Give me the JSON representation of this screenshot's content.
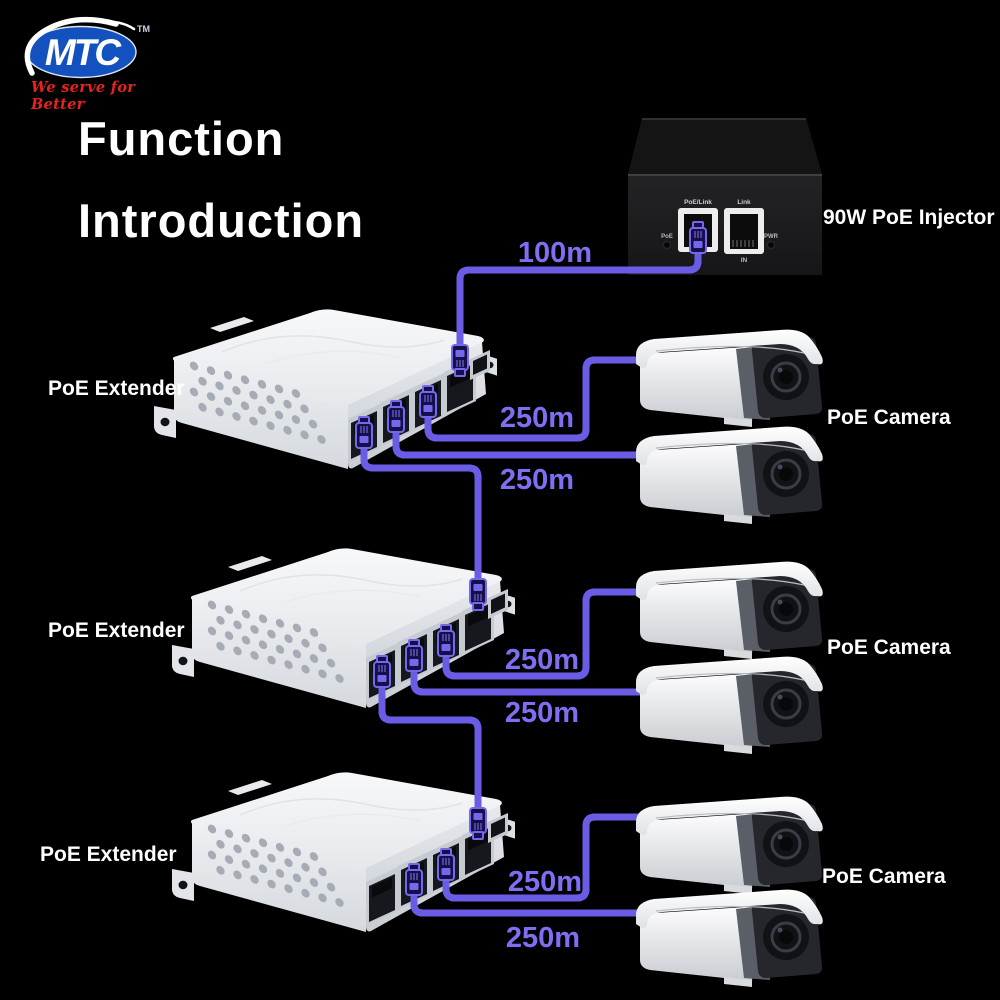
{
  "logo": {
    "brand": "MTC",
    "trademark": "TM",
    "tagline": "We serve for Better",
    "brand_blue": "#1352be",
    "tagline_red": "#e8231d"
  },
  "title": {
    "line1": "Function",
    "line2": "Introduction"
  },
  "network": {
    "injector": {
      "label": "90W PoE Injector",
      "port_left_label": "PoE/Link",
      "port_right_label": "Link",
      "led_left_label": "PoE",
      "led_right_label": "PWR",
      "port_in_label": "IN"
    },
    "extenders": [
      {
        "label": "PoE Extender"
      },
      {
        "label": "PoE Extender"
      },
      {
        "label": "PoE Extender"
      }
    ],
    "camera_groups": [
      {
        "label": "PoE Camera"
      },
      {
        "label": "PoE Camera"
      },
      {
        "label": "PoE Camera"
      }
    ],
    "connections": {
      "uplink": {
        "label": "100m"
      },
      "links": [
        {
          "label": "250m"
        },
        {
          "label": "250m"
        },
        {
          "label": "250m"
        },
        {
          "label": "250m"
        },
        {
          "label": "250m"
        },
        {
          "label": "250m"
        }
      ]
    }
  },
  "colors": {
    "background": "#000000",
    "cable": "#6b5ce6",
    "cable_core": "#0e0a38",
    "distance_text": "#7e6ff2",
    "device_text": "#ffffff"
  }
}
